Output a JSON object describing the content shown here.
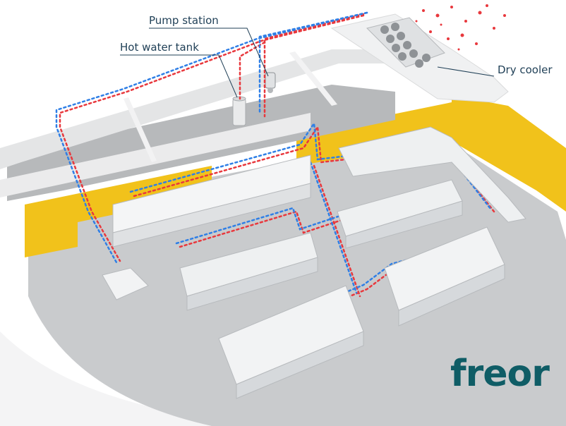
{
  "labels": {
    "pump_station": "Pump station",
    "hot_water_tank": "Hot water tank",
    "dry_cooler": "Dry cooler"
  },
  "brand": {
    "logo": "freor",
    "logo_color": "#0f5d66"
  },
  "colors": {
    "warm_line": "#e8383d",
    "cool_line": "#2f7fe6",
    "wall_accent": "#f1c21b",
    "floor": "#c9cbcd",
    "label_text": "#1f3f56"
  },
  "icons": [
    "dry-cooler-fans-icon",
    "hot-water-tank-icon",
    "pump-station-icon",
    "heat-dissipation-icon"
  ]
}
